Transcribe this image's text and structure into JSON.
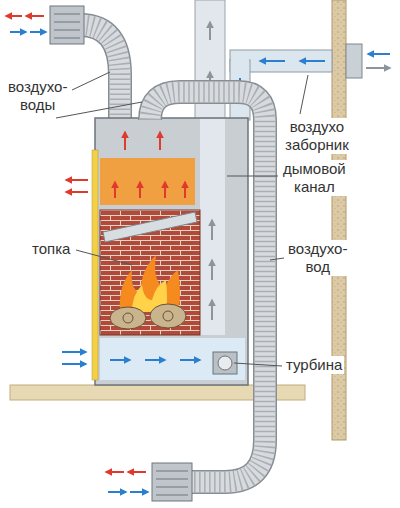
{
  "diagram": {
    "labels": [
      "воздухо- воды",
      "воздухо заборник",
      "дымовой канал",
      "топка",
      "воздухо- вод",
      "турбина"
    ]
  }
}
